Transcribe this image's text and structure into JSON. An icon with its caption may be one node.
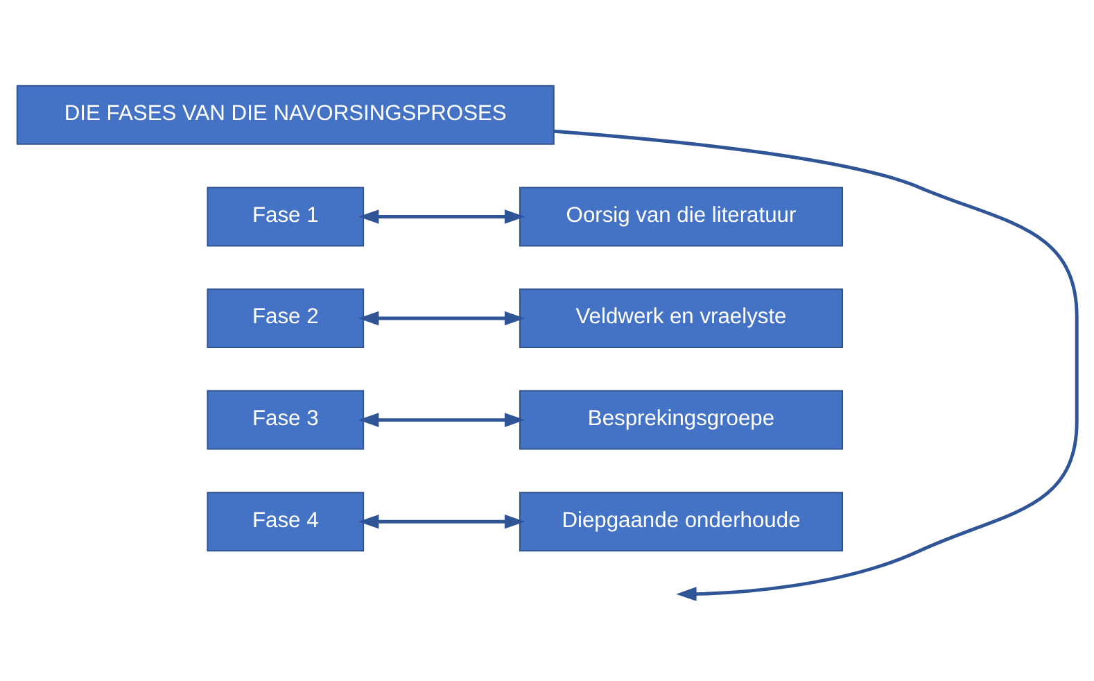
{
  "diagram": {
    "nodes": [
      {
        "text": [
          "DIE FASES VAN DIE NAVORSINGSPROSES"
        ]
      },
      {
        "text": [
          "Fase 1"
        ]
      },
      {
        "text": [
          "Oorsig van die literatuur"
        ]
      },
      {
        "text": [
          "Fase 2"
        ]
      },
      {
        "text": [
          "Veldwerk en vraelyste"
        ]
      },
      {
        "text": [
          "Fase 3"
        ]
      },
      {
        "text": [
          "Besprekingsgroepe"
        ]
      },
      {
        "text": [
          "Fase 4"
        ]
      },
      {
        "text": [
          "Diepgaande onderhoude"
        ]
      }
    ],
    "edges": [
      {
        "from": 0,
        "to": null,
        "arrow": "to"
      },
      {
        "from": 1,
        "to": 2,
        "arrow": "both"
      },
      {
        "from": 3,
        "to": 4,
        "arrow": "both"
      },
      {
        "from": 5,
        "to": 6,
        "arrow": "both"
      },
      {
        "from": 7,
        "to": 8,
        "arrow": "both"
      }
    ]
  }
}
